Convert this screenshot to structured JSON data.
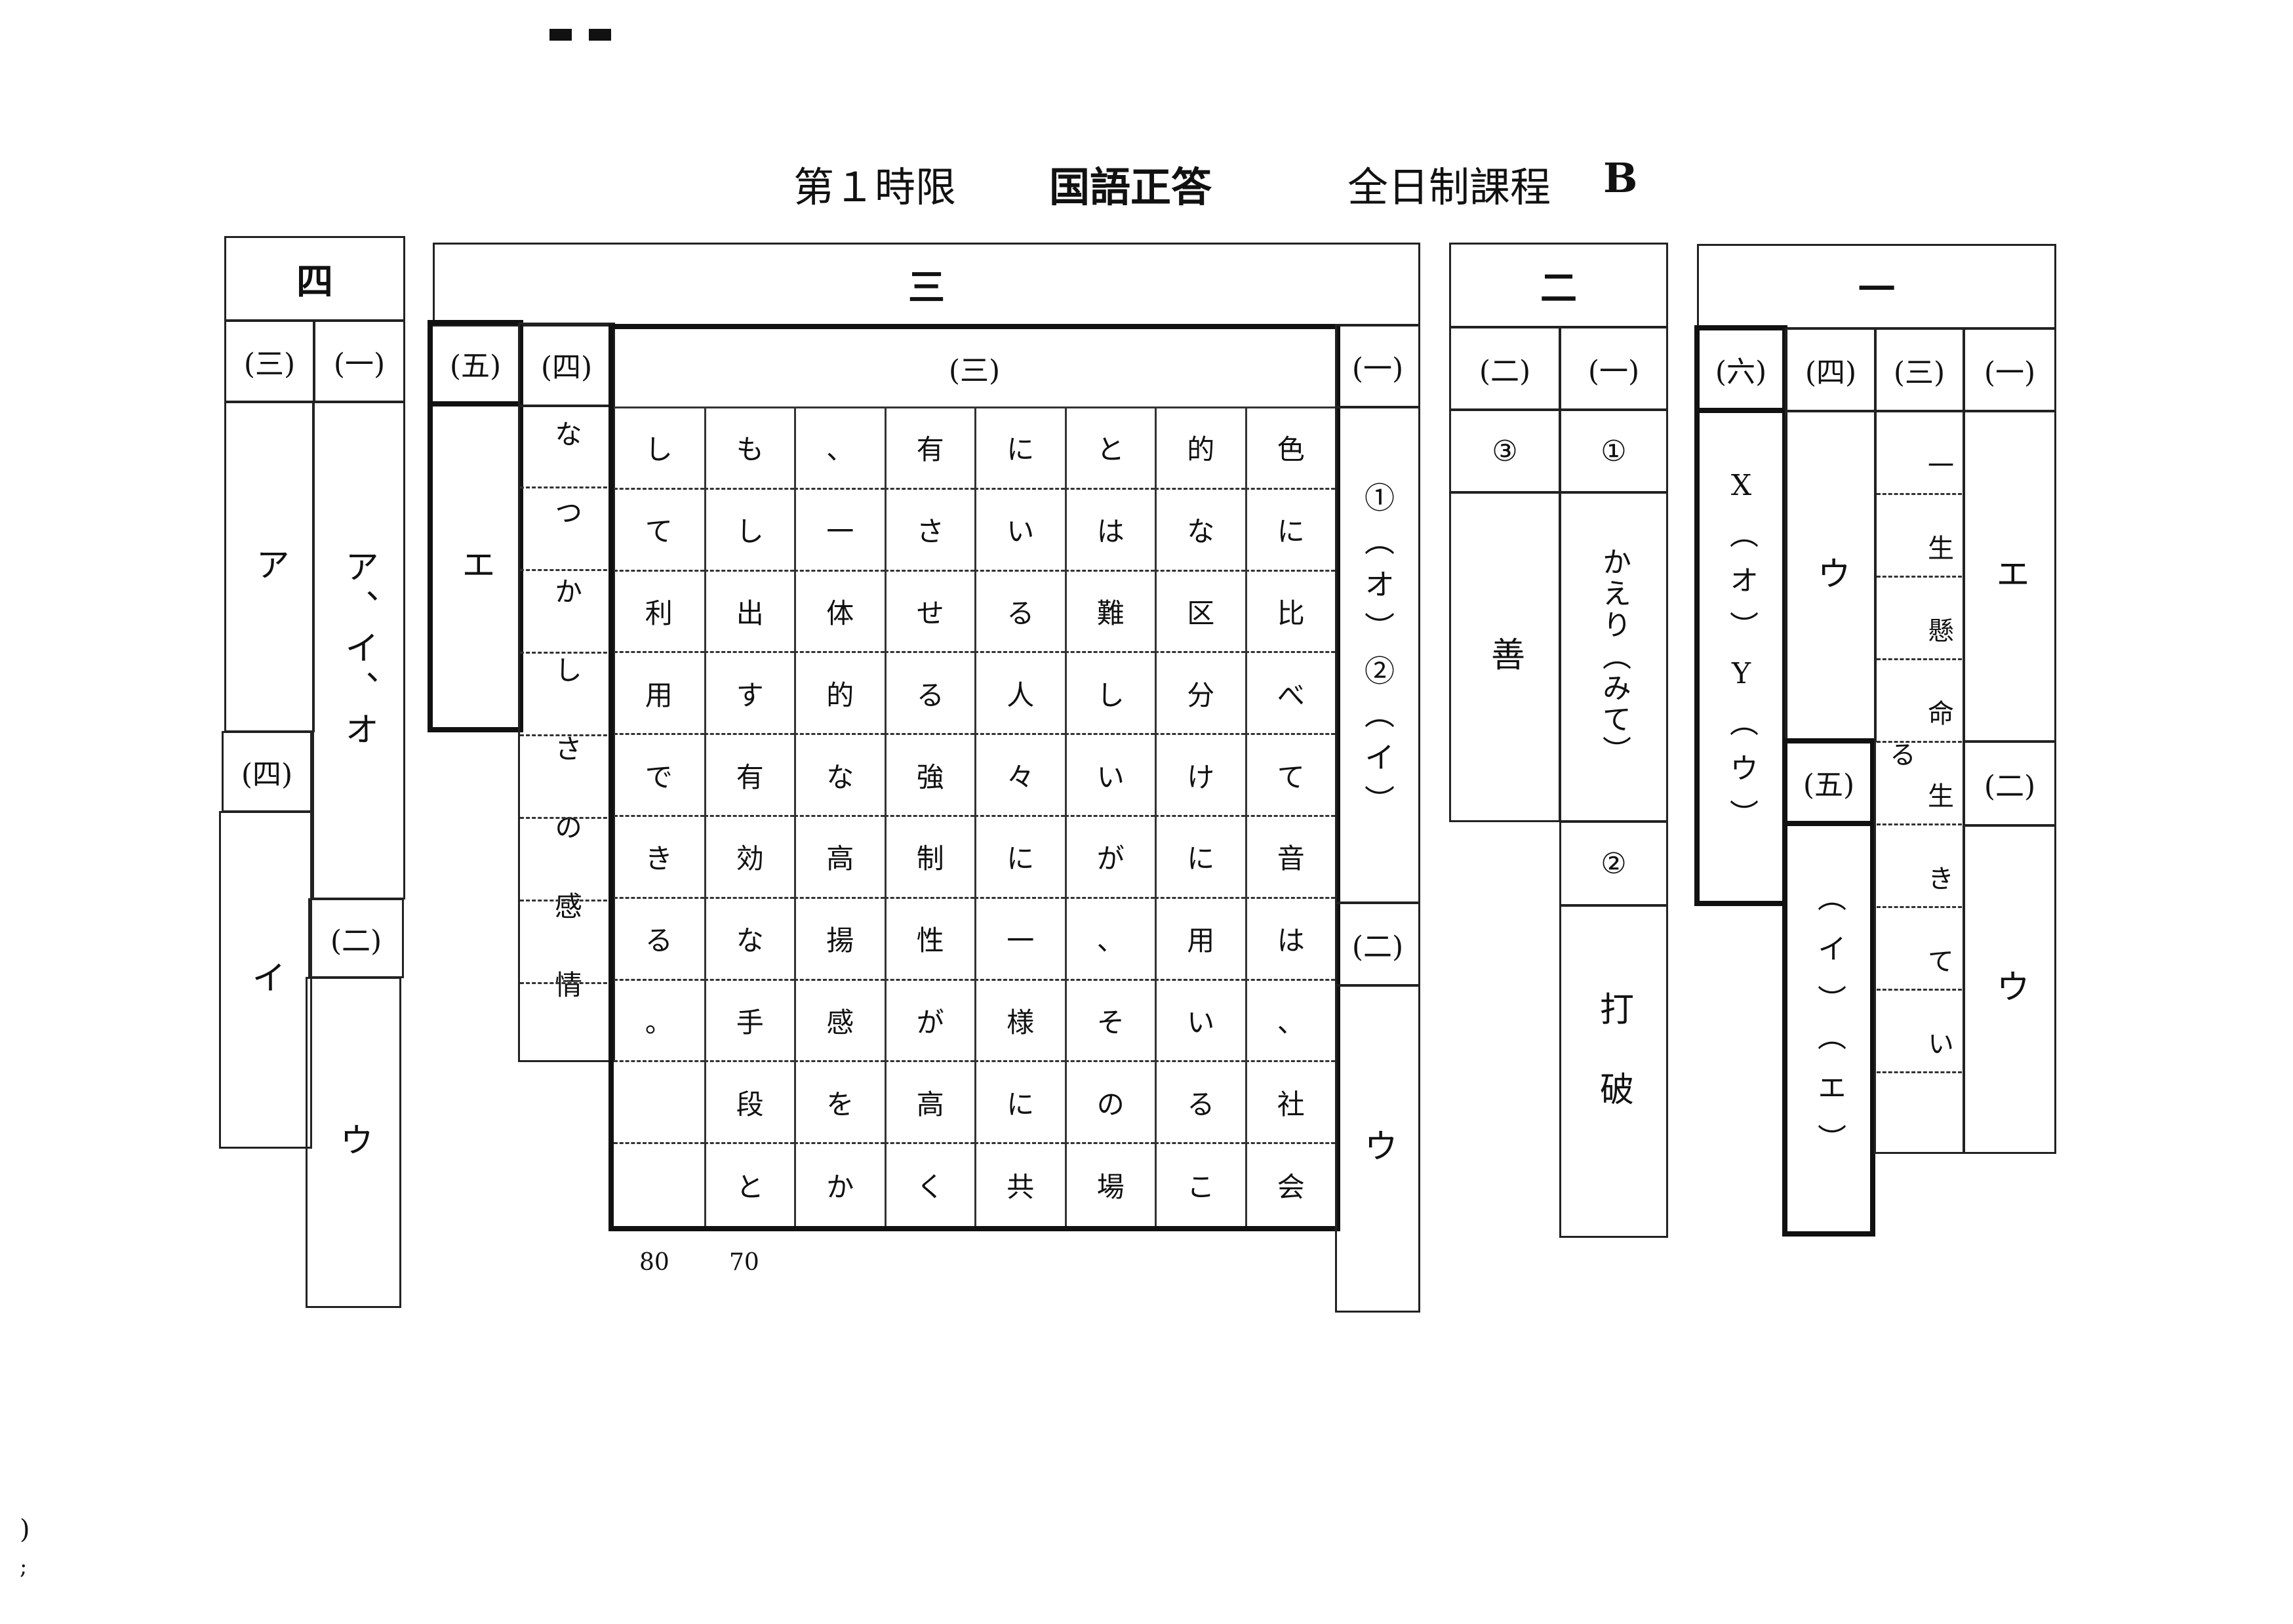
{
  "title": {
    "period": "第１時限",
    "subject": "国語正答",
    "course": "全日制課程",
    "version": "B"
  },
  "sections": {
    "one": "一",
    "two": "二",
    "three": "三",
    "four": "四"
  },
  "labels": {
    "q1": "(一)",
    "q2": "(二)",
    "q3": "(三)",
    "q4": "(四)",
    "q5": "(五)",
    "q6": "(六)",
    "c1": "①",
    "c2": "②",
    "c3": "③"
  },
  "answers": {
    "one": {
      "q1": "エ",
      "q2": "ウ",
      "q3": "一生懸命生きている",
      "q4": "ウ",
      "q5": "（イ）（エ）",
      "q6": "X（オ）Y（ウ）"
    },
    "two": {
      "q1_1": "かえり（みて）",
      "q1_2": "打破",
      "q2_3": "善"
    },
    "three": {
      "q1": "①（オ）②（イ）",
      "q2": "ウ",
      "q3_columns": [
        "色に比べて音は、社会",
        "的な区分けに用いるこ",
        "とは難しいが、その場",
        "にいる人々に一様に共",
        "有させる強制性が高く",
        "、一体的な高揚感をか",
        "もし出す有効な手段と",
        "して利用できる。"
      ],
      "q3_marks": [
        "80",
        "70"
      ],
      "q4": "なつかしさの感情",
      "q5": "エ"
    },
    "four": {
      "q1": "ア、イ、オ",
      "q2": "ウ",
      "q3": "ア",
      "q4": "イ"
    }
  }
}
